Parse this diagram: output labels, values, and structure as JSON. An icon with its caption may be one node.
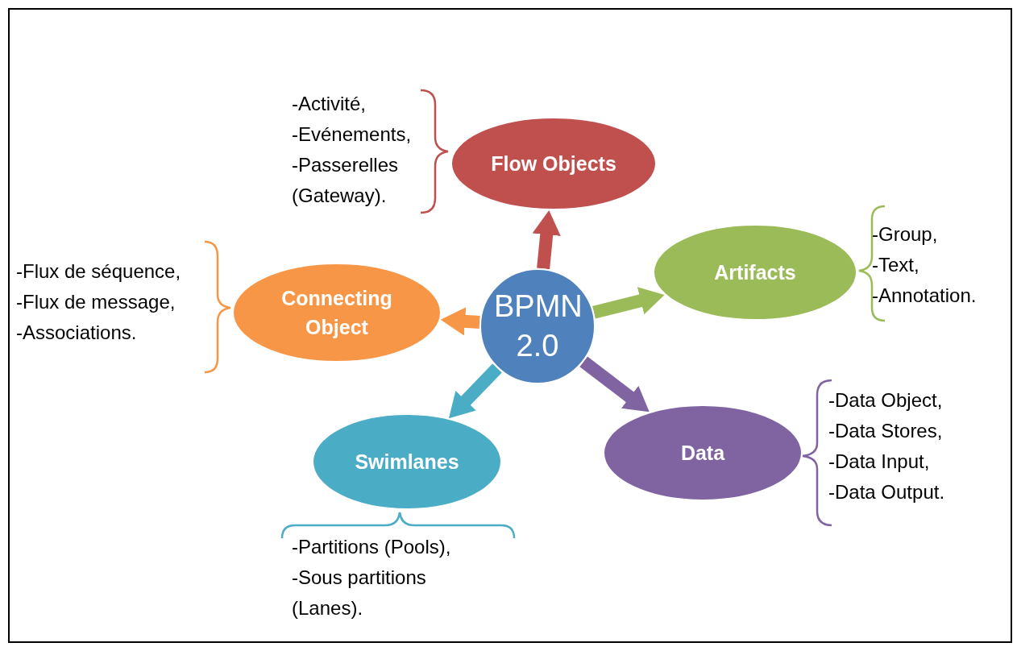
{
  "diagram": {
    "nodes": [
      {
        "text": [
          "BPMN 2.0"
        ]
      },
      {
        "text": [
          "Flow Objects"
        ],
        "beside": [
          "-Activité,",
          "-Evénements,",
          "-Passerelles (Gateway)."
        ]
      },
      {
        "text": [
          "Connecting Object"
        ],
        "beside": [
          "-Flux de séquence,",
          "-Flux de message,",
          "-Associations."
        ]
      },
      {
        "text": [
          "Artifacts"
        ],
        "beside": [
          "-Group,",
          "-Text,",
          "-Annotation."
        ]
      },
      {
        "text": [
          "Swimlanes"
        ],
        "beside": [
          "-Partitions (Pools),",
          "-Sous partitions (Lanes)."
        ]
      },
      {
        "text": [
          "Data"
        ],
        "beside": [
          "-Data Object,",
          "-Data Stores,",
          "-Data Input,",
          "-Data Output."
        ]
      }
    ],
    "edges": [
      {
        "from": 0,
        "to": 1,
        "arrow": "to",
        "color": "#c0504d"
      },
      {
        "from": 0,
        "to": 2,
        "arrow": "to",
        "color": "#f79646"
      },
      {
        "from": 0,
        "to": 3,
        "arrow": "to",
        "color": "#9bbb59"
      },
      {
        "from": 0,
        "to": 4,
        "arrow": "to",
        "color": "#4bacc6"
      },
      {
        "from": 0,
        "to": 5,
        "arrow": "to",
        "color": "#8064a2"
      }
    ]
  }
}
